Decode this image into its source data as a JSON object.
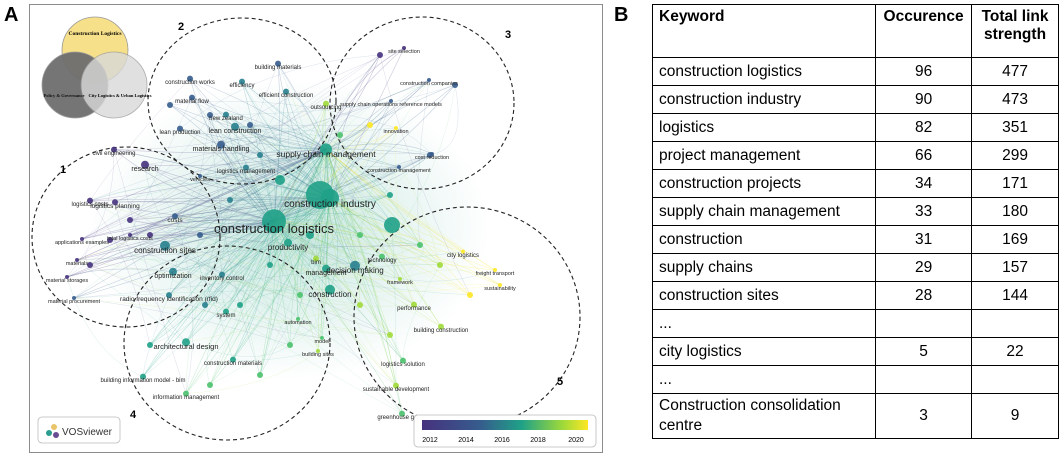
{
  "panels": {
    "a": "A",
    "b": "B"
  },
  "venn": {
    "top": "Construction Logistics",
    "left": "Policy & Governance",
    "right": "City Logistics & Urban Logistics"
  },
  "cluster_numbers": [
    "1",
    "2",
    "3",
    "4",
    "5"
  ],
  "colors": {
    "low": "#46327e",
    "mid": "#1fa187",
    "high": "#fde725",
    "venn_top": "#f7e08a",
    "venn_left": "#6e6e6e",
    "venn_right": "#d9d9d9"
  },
  "network_labels": [
    "construction logistics",
    "construction industry",
    "supply chain management",
    "building materials",
    "construction works",
    "efficiency",
    "efficient construction",
    "material flow",
    "new zealand",
    "lean production",
    "lean construction",
    "materials handling",
    "logistics management",
    "vehicles",
    "civil engineering",
    "research",
    "logistics costs",
    "logistics planning",
    "costs",
    "total logistics costs",
    "applications examples",
    "materials",
    "material storages",
    "material procurement",
    "construction sites",
    "optimization",
    "productivity",
    "bim",
    "inventory control",
    "management",
    "decision making",
    "radio frequency identification (rfid)",
    "construction",
    "system",
    "automation",
    "architectural design",
    "construction materials",
    "building information model - bim",
    "information management",
    "site selection",
    "construction companies",
    "supply chain operations reference models",
    "outsourcing",
    "innovation",
    "cost reduction",
    "construction management",
    "technology",
    "city logistics",
    "freight transport",
    "sustainability",
    "framework",
    "performance",
    "building construction",
    "model",
    "building sites",
    "logistics solution",
    "sustainable development",
    "greenhouse gases"
  ],
  "vosviewer_label": "VOSviewer",
  "colorbar_ticks": [
    "2012",
    "2014",
    "2016",
    "2018",
    "2020"
  ],
  "table": {
    "headers": [
      "Keyword",
      "Occurence",
      "Total link strength"
    ],
    "rows": [
      [
        "construction logistics",
        "96",
        "477"
      ],
      [
        "construction industry",
        "90",
        "473"
      ],
      [
        "logistics",
        "82",
        "351"
      ],
      [
        "project management",
        "66",
        "299"
      ],
      [
        "construction projects",
        "34",
        "171"
      ],
      [
        "supply chain management",
        "33",
        "180"
      ],
      [
        "construction",
        "31",
        "169"
      ],
      [
        "supply chains",
        "29",
        "157"
      ],
      [
        "construction sites",
        "28",
        "144"
      ],
      [
        "...",
        "",
        ""
      ],
      [
        "city logistics",
        "5",
        "22"
      ],
      [
        "...",
        "",
        ""
      ],
      [
        "Construction consolidation centre",
        "3",
        "9"
      ]
    ]
  }
}
